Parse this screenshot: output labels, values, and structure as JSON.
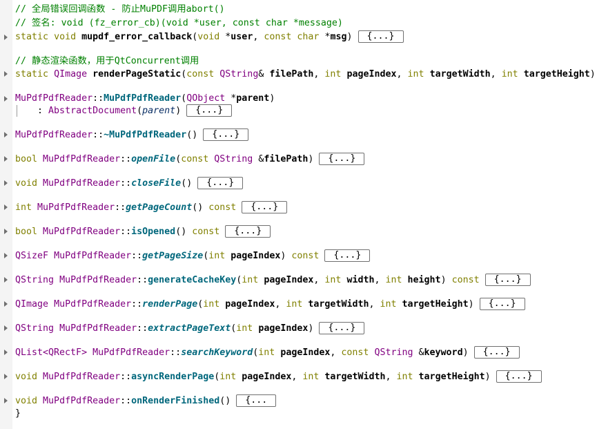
{
  "code": {
    "comment1": "// 全局错误回调函数 - 防止MuPDF调用abort()",
    "comment2": "// 签名: void (fz_error_cb)(void *user, const char *message)",
    "kw_static": "static",
    "kw_void": "void",
    "kw_const": "const",
    "kw_char": "char",
    "kw_int": "int",
    "kw_bool": "bool",
    "t_QImage": "QImage",
    "t_QString": "QString",
    "t_QObject": "QObject",
    "t_QSizeF": "QSizeF",
    "t_QList": "QList<QRectF>",
    "cls": "MuPdfPdfReader",
    "sep": "::",
    "fn_error_callback": "mupdf_error_callback",
    "fn_renderPageStatic": "renderPageStatic",
    "fn_ctor": "MuPdfPdfReader",
    "fn_dtor": "~MuPdfPdfReader",
    "fn_openFile": "openFile",
    "fn_closeFile": "closeFile",
    "fn_getPageCount": "getPageCount",
    "fn_isOpened": "isOpened",
    "fn_getPageSize": "getPageSize",
    "fn_generateCacheKey": "generateCacheKey",
    "fn_renderPage": "renderPage",
    "fn_extractPageText": "extractPageText",
    "fn_searchKeyword": "searchKeyword",
    "fn_asyncRenderPage": "asyncRenderPage",
    "fn_onRenderFinished": "onRenderFinished",
    "base_class": "AbstractDocument",
    "p_user": "user",
    "p_msg": "msg",
    "p_filePath": "filePath",
    "p_pageIndex": "pageIndex",
    "p_targetWidth": "targetWidth",
    "p_targetHeight": "targetHeight",
    "p_parent": "parent",
    "p_width": "width",
    "p_height": "height",
    "p_keyword": "keyword",
    "comment3": "// 静态渲染函数，用于QtConcurrent调用",
    "collapsed": "{...}",
    "collapsed_partial": "{...",
    "closing_brace": "}"
  },
  "colors": {
    "comment": "#008000",
    "keyword": "#808000",
    "type": "#800080",
    "function": "#00677c"
  },
  "icons": {
    "fold_marker": "fold-arrow-icon"
  }
}
